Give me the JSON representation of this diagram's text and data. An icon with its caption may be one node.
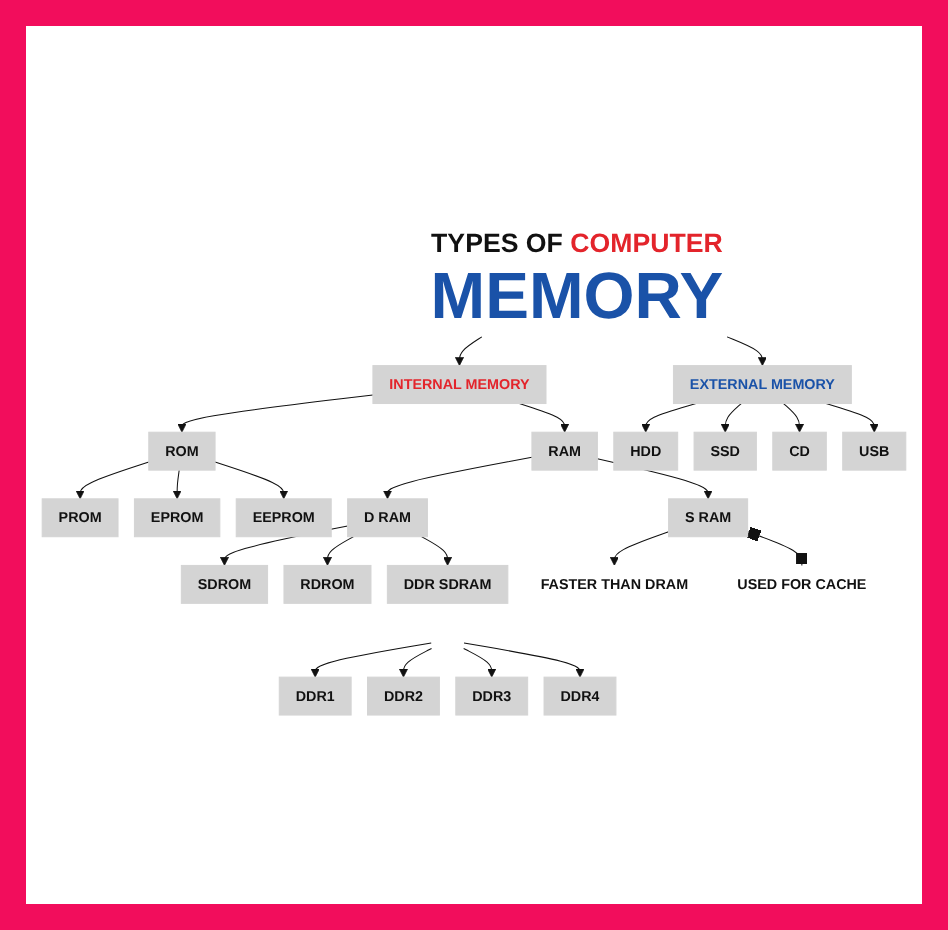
{
  "diagram": {
    "nodes": [
      {
        "text": [
          "TYPES OF COMPUTER",
          "MEMORY"
        ]
      },
      {
        "text": [
          "INTERNAL MEMORY"
        ]
      },
      {
        "text": [
          "EXTERNAL MEMORY"
        ]
      },
      {
        "text": [
          "ROM"
        ]
      },
      {
        "text": [
          "RAM"
        ]
      },
      {
        "text": [
          "HDD"
        ]
      },
      {
        "text": [
          "SSD"
        ]
      },
      {
        "text": [
          "CD"
        ]
      },
      {
        "text": [
          "USB"
        ]
      },
      {
        "text": [
          "PROM"
        ]
      },
      {
        "text": [
          "EPROM"
        ]
      },
      {
        "text": [
          "EEPROM"
        ]
      },
      {
        "text": [
          "S RAM"
        ]
      },
      {
        "text": [
          "D RAM"
        ]
      },
      {
        "text": [
          "SDROM"
        ]
      },
      {
        "text": [
          "RDROM"
        ]
      },
      {
        "text": [
          "DDR SDRAM"
        ]
      },
      {
        "text": [
          "FASTER THAN DRAM"
        ]
      },
      {
        "text": [
          "USED FOR CACHE"
        ]
      },
      {
        "text": [
          "DDR1"
        ]
      },
      {
        "text": [
          "DDR2"
        ]
      },
      {
        "text": [
          "DDR3"
        ]
      },
      {
        "text": [
          "DDR4"
        ]
      }
    ],
    "edges": [
      {
        "from": 0,
        "to": 1,
        "arrow": "to"
      },
      {
        "from": 0,
        "to": 2,
        "arrow": "to"
      },
      {
        "from": 1,
        "to": 3,
        "arrow": "to"
      },
      {
        "from": 1,
        "to": 4,
        "arrow": "to"
      },
      {
        "from": 2,
        "to": 5,
        "arrow": "to"
      },
      {
        "from": 2,
        "to": 6,
        "arrow": "to"
      },
      {
        "from": 2,
        "to": 7,
        "arrow": "to"
      },
      {
        "from": 2,
        "to": 8,
        "arrow": "to"
      },
      {
        "from": 3,
        "to": 9,
        "arrow": "to"
      },
      {
        "from": 3,
        "to": 10,
        "arrow": "to"
      },
      {
        "from": 3,
        "to": 11,
        "arrow": "to"
      },
      {
        "from": 4,
        "to": 12,
        "arrow": "to"
      },
      {
        "from": 4,
        "to": 13,
        "arrow": "to"
      },
      {
        "from": 13,
        "to": 14,
        "arrow": "to"
      },
      {
        "from": 13,
        "to": 15,
        "arrow": "to"
      },
      {
        "from": 13,
        "to": 16,
        "arrow": "to"
      },
      {
        "from": 12,
        "to": 17,
        "arrow": "to"
      },
      {
        "from": 12,
        "to": 18,
        "arrow": "other"
      },
      {
        "from": null,
        "to": 19,
        "arrow": "to"
      },
      {
        "from": null,
        "to": 20,
        "arrow": "to"
      },
      {
        "from": null,
        "to": 21,
        "arrow": "to"
      },
      {
        "from": null,
        "to": 22,
        "arrow": "to"
      }
    ]
  }
}
